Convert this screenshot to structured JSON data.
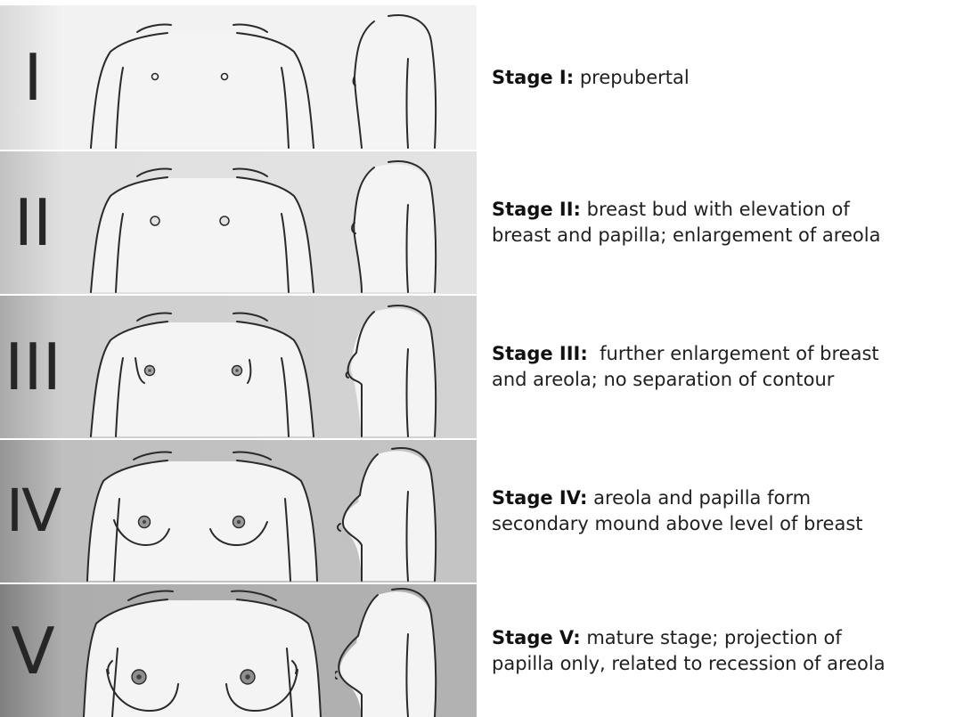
{
  "stages": [
    {
      "numeral": "I",
      "label": "Stage I:",
      "line1": " prepubertal",
      "line2": ""
    },
    {
      "numeral": "II",
      "label": "Stage II:",
      "line1": " breast bud with elevation of",
      "line2": "breast and papilla; enlargement of areola"
    },
    {
      "numeral": "III",
      "label": "Stage III:",
      "line1": "  further enlargement of breast",
      "line2": "and areola; no separation of contour"
    },
    {
      "numeral": "IV",
      "label": "Stage IV:",
      "line1": " areola and papilla form",
      "line2": "secondary mound above level of breast"
    },
    {
      "numeral": "V",
      "label": "Stage V:",
      "line1": " mature stage; projection of",
      "line2": "papilla only, related to recession of areola"
    }
  ],
  "colors": {
    "band_1": "#f0f0f0",
    "band_2": "#dedede",
    "band_3": "#cfcfcf",
    "band_4": "#c0c0c0",
    "band_5": "#b0b0b0",
    "strip": "#8c8c8c",
    "areola": "#9a9a9a",
    "nipple": "#555555"
  }
}
